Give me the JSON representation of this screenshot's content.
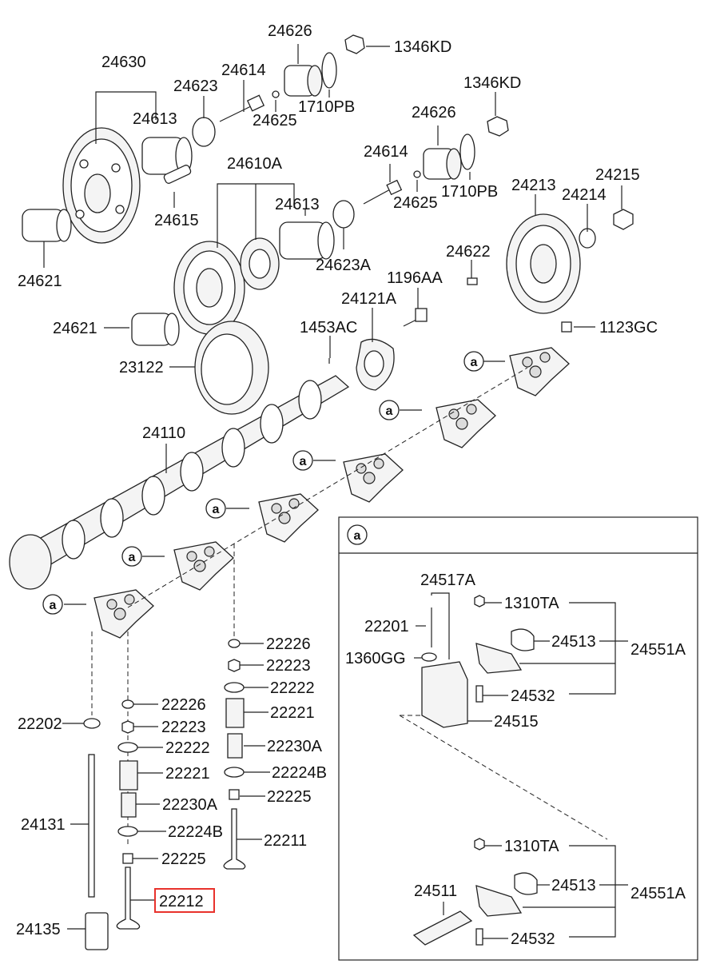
{
  "highlight_color": "#e8322c",
  "section_label": "a",
  "labels": {
    "p24630": "24630",
    "p24613_a": "24613",
    "p24621_a": "24621",
    "p24623": "24623",
    "p24614_a": "24614",
    "p24615": "24615",
    "p24626_a": "24626",
    "p1346kd_a": "1346KD",
    "p24625_a": "24625",
    "p1710pb_a": "1710PB",
    "p1346kd_b": "1346KD",
    "p24626_b": "24626",
    "p24614_b": "24614",
    "p24625_b": "24625",
    "p1710pb_b": "1710PB",
    "p24610a": "24610A",
    "p24613_b": "24613",
    "p24623a": "24623A",
    "p24213": "24213",
    "p24214": "24214",
    "p24215": "24215",
    "p24622": "24622",
    "p1196aa": "1196AA",
    "p24121a": "24121A",
    "p1453ac": "1453AC",
    "p1123gc": "1123GC",
    "p24621_b": "24621",
    "p23122": "23122",
    "p24110": "24110",
    "p22226_r": "22226",
    "p22223_r": "22223",
    "p22222_r": "22222",
    "p22221_r": "22221",
    "p22230a_r": "22230A",
    "p22224b_r": "22224B",
    "p22225_r": "22225",
    "p22211": "22211",
    "p22226_l": "22226",
    "p22223_l": "22223",
    "p22222_l": "22222",
    "p22221_l": "22221",
    "p22230a_l": "22230A",
    "p22224b_l": "22224B",
    "p22225_l": "22225",
    "p22212": "22212",
    "p22202": "22202",
    "p24131": "24131",
    "p24135": "24135",
    "d24517a": "24517A",
    "d22201": "22201",
    "d1360gg": "1360GG",
    "d1310ta_a": "1310TA",
    "d24513_a": "24513",
    "d24551a_a": "24551A",
    "d24532_a": "24532",
    "d24515": "24515",
    "d1310ta_b": "1310TA",
    "d24511": "24511",
    "d24513_b": "24513",
    "d24551a_b": "24551A",
    "d24532_b": "24532"
  }
}
